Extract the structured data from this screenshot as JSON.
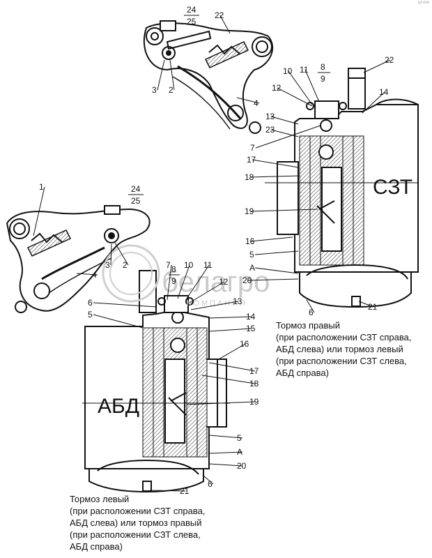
{
  "corner_mark": "цт.ххх",
  "watermark": {
    "brand": "белагро",
    "sub": "КОМПАНИЯ"
  },
  "upper_assembly": {
    "big_label": "СЗТ",
    "fraction_top": "8",
    "fraction_bottom": "9",
    "callouts": [
      "22",
      "10",
      "11",
      "12",
      "14",
      "13",
      "23",
      "7",
      "17",
      "18",
      "19",
      "16",
      "5",
      "A",
      "20",
      "6",
      "21"
    ]
  },
  "lower_assembly": {
    "big_label": "АБД",
    "fraction_top": "8",
    "fraction_bottom": "9",
    "callouts": [
      "7",
      "10",
      "11",
      "12",
      "6",
      "13",
      "5",
      "14",
      "15",
      "16",
      "17",
      "18",
      "19",
      "5",
      "A",
      "20",
      "6",
      "21"
    ]
  },
  "upper_lever": {
    "fraction_top": "24",
    "fraction_bottom": "25",
    "callouts": [
      "22",
      "3",
      "2",
      "4"
    ]
  },
  "lower_lever": {
    "fraction_top": "24",
    "fraction_bottom": "25",
    "callouts": [
      "1",
      "3",
      "2",
      "4"
    ]
  },
  "caption_right": [
    "Тормоз правый",
    "(при расположении СЗТ справа,",
    "АБД слева) или тормоз левый",
    "(при расположении СЗТ слева,",
    "АБД справа)"
  ],
  "caption_left": [
    "Тормоз левый",
    "(при расположении СЗТ справа,",
    "АБД слева) или тормоз правый",
    "(при расположении СЗТ слева,",
    "АБД справа)"
  ]
}
